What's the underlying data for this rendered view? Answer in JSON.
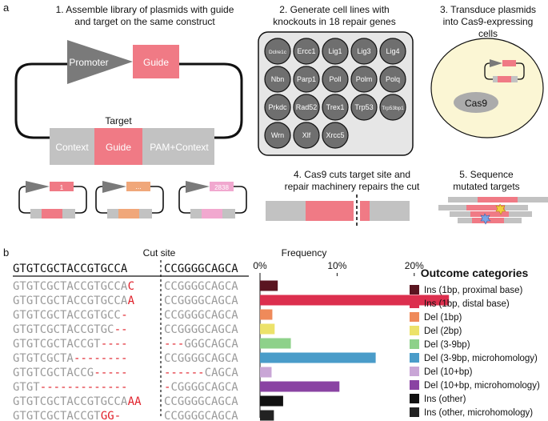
{
  "panel_a": {
    "label": "a",
    "step1": {
      "title_line1": "1. Assemble library of plasmids with guide",
      "title_line2": "and target on the same construct",
      "promoter": "Promoter",
      "guide": "Guide",
      "target_label": "Target",
      "context": "Context",
      "target_guide": "Guide",
      "pam_context": "PAM+Context",
      "mini1_label": "1",
      "mini2_label": "...",
      "mini3_label": "2838"
    },
    "step2": {
      "title_line1": "2. Generate cell lines with",
      "title_line2": "knockouts in 18 repair genes",
      "genes": [
        "Dclre1c",
        "Ercc1",
        "Lig1",
        "Lig3",
        "Lig4",
        "Nbn",
        "Parp1",
        "Poll",
        "Polm",
        "Polq",
        "Prkdc",
        "Rad52",
        "Trex1",
        "Trp53",
        "Trp53bp1",
        "Wrn",
        "Xlf",
        "Xrcc5"
      ]
    },
    "step3": {
      "title_line1": "3. Transduce plasmids",
      "title_line2": "into Cas9-expressing",
      "title_line3": "cells",
      "cas9": "Cas9"
    },
    "step4": {
      "title_line1": "4. Cas9 cuts target site and",
      "title_line2": "repair machinery repairs the cut"
    },
    "step5": {
      "title_line1": "5. Sequence",
      "title_line2": "mutated targets"
    }
  },
  "panel_b": {
    "label": "b",
    "cut_site_label": "Cut site",
    "frequency_label": "Frequency",
    "ref_left": "GTGTCGCTACCGTGCCA",
    "ref_right": "CCGGGGCAGCA",
    "outcomes": [
      {
        "left_gray": "GTGTCGCTACCGTGCCA",
        "left_red": "C",
        "right_red": "",
        "right_gray": "CCGGGGCAGCA",
        "freq": 2.3,
        "color": "#5a1520"
      },
      {
        "left_gray": "GTGTCGCTACCGTGCCA",
        "left_red": "A",
        "right_red": "",
        "right_gray": "CCGGGGCAGCA",
        "freq": 24.5,
        "color": "#dc2f4e"
      },
      {
        "left_gray": "GTGTCGCTACCGTGCC",
        "left_red": "-",
        "right_red": "",
        "right_gray": "CCGGGGCAGCA",
        "freq": 1.6,
        "color": "#ef8a5a"
      },
      {
        "left_gray": "GTGTCGCTACCGTGC",
        "left_red": "--",
        "right_red": "",
        "right_gray": "CCGGGGCAGCA",
        "freq": 1.9,
        "color": "#ece26a"
      },
      {
        "left_gray": "GTGTCGCTACCGT",
        "left_red": "----",
        "right_red": "---",
        "right_gray": "GGGCAGCA",
        "freq": 4.0,
        "color": "#8ed18a"
      },
      {
        "left_gray": "GTGTCGCTA",
        "left_red": "--------",
        "right_red": "",
        "right_gray": "CCGGGGCAGCA",
        "freq": 15.0,
        "color": "#4a9cc9"
      },
      {
        "left_gray": "GTGTCGCTACCG",
        "left_red": "-----",
        "right_red": "------",
        "right_gray": "CAGCA",
        "freq": 1.5,
        "color": "#c9a6d6"
      },
      {
        "left_gray": "GTGT",
        "left_red": "-------------",
        "right_red": "-",
        "right_gray": "CGGGGCAGCA",
        "freq": 10.3,
        "color": "#8a43a3"
      },
      {
        "left_gray": "GTGTCGCTACCGTGCCA",
        "left_red": "AA",
        "right_red": "",
        "right_gray": "CCGGGGCAGCA",
        "freq": 3.0,
        "color": "#111111"
      },
      {
        "left_gray": "GTGTCGCTACCGT",
        "left_red": "GG-",
        "right_red": "",
        "right_gray": "CCGGGGCAGCA",
        "freq": 1.8,
        "color": "#222222"
      }
    ],
    "chart_data": {
      "type": "bar",
      "xlabel": "Frequency",
      "ticks": [
        "0%",
        "10%",
        "20%"
      ],
      "xlim": [
        0,
        25
      ],
      "values": [
        2.3,
        24.5,
        1.6,
        1.9,
        4.0,
        15.0,
        1.5,
        10.3,
        3.0,
        1.8
      ]
    },
    "legend": {
      "title": "Outcome categories",
      "items": [
        {
          "label": "Ins (1bp, proximal base)",
          "color": "#5a1520"
        },
        {
          "label": "Ins (1bp, distal base)",
          "color": "#dc2f4e"
        },
        {
          "label": "Del (1bp)",
          "color": "#ef8a5a"
        },
        {
          "label": "Del (2bp)",
          "color": "#ece26a"
        },
        {
          "label": "Del (3-9bp)",
          "color": "#8ed18a"
        },
        {
          "label": "Del (3-9bp, microhomology)",
          "color": "#4a9cc9"
        },
        {
          "label": "Del (10+bp)",
          "color": "#c9a6d6"
        },
        {
          "label": "Del (10+bp, microhomology)",
          "color": "#8a43a3"
        },
        {
          "label": "Ins (other)",
          "color": "#111111"
        },
        {
          "label": "Ins (other, microhomology)",
          "color": "#222222"
        }
      ]
    }
  }
}
